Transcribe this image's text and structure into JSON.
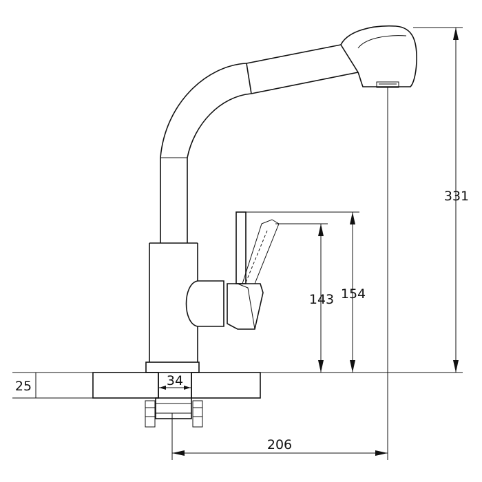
{
  "dimensions": {
    "total_height": "331",
    "lever_height": "154",
    "spout_height": "143",
    "reach": "206",
    "countertop_thickness": "25",
    "shank_diameter": "34"
  },
  "colors": {
    "line": "#111111",
    "background": "#ffffff"
  }
}
